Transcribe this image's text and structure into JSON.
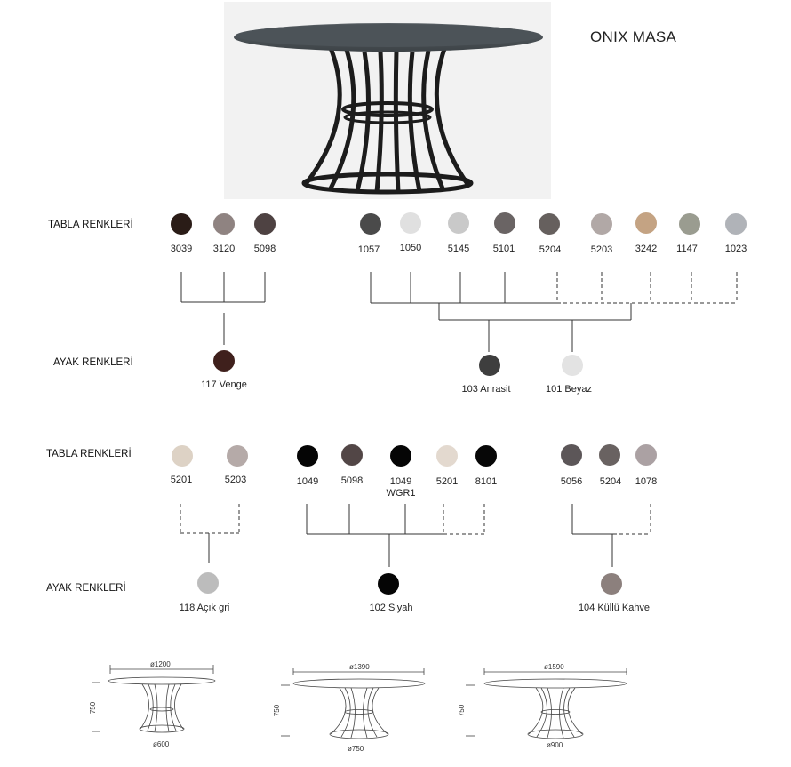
{
  "title": "ONIX MASA",
  "section1": {
    "tabla_label": "TABLA RENKLERİ",
    "ayak_label": "AYAK RENKLERİ",
    "tabla_swatches": [
      {
        "code": "3039",
        "color": "#2a1c17"
      },
      {
        "code": "3120",
        "color": "#8f8381"
      },
      {
        "code": "5098",
        "color": "#4e4242"
      },
      {
        "code": "1057",
        "color": "#4a4a4a"
      },
      {
        "code": "1050",
        "color": "#e0e0e0"
      },
      {
        "code": "5145",
        "color": "#c9c9c9"
      },
      {
        "code": "5101",
        "color": "#6a6464"
      },
      {
        "code": "5204",
        "color": "#66605e"
      },
      {
        "code": "5203",
        "color": "#b1a8a6"
      },
      {
        "code": "3242",
        "color": "#c4a383"
      },
      {
        "code": "1147",
        "color": "#9a9c90"
      },
      {
        "code": "1023",
        "color": "#b0b3b8"
      }
    ],
    "ayak_swatches": [
      {
        "label": "117 Venge",
        "color": "#3f201c"
      },
      {
        "label": "103 Anrasit",
        "color": "#3e3e3e"
      },
      {
        "label": "101 Beyaz",
        "color": "#e3e3e3"
      }
    ]
  },
  "section2": {
    "tabla_label": "TABLA RENKLERİ",
    "ayak_label": "AYAK RENKLERİ",
    "tabla_swatches": [
      {
        "code": "5201",
        "color": "#ddd2c5"
      },
      {
        "code": "5203",
        "color": "#b5aaa8"
      },
      {
        "code": "1049",
        "color": "#050505"
      },
      {
        "code": "5098",
        "color": "#524646"
      },
      {
        "code": "1049 WGR1",
        "color": "#050505"
      },
      {
        "code": "5201",
        "color": "#e3d9cf"
      },
      {
        "code": "8101",
        "color": "#070707"
      },
      {
        "code": "5056",
        "color": "#5c5658"
      },
      {
        "code": "5204",
        "color": "#696261"
      },
      {
        "code": "1078",
        "color": "#aba1a3"
      }
    ],
    "ayak_swatches": [
      {
        "label": "118 Açık gri",
        "color": "#bcbcbc"
      },
      {
        "label": "102 Siyah",
        "color": "#050505"
      },
      {
        "label": "104 Küllü Kahve",
        "color": "#8c807d"
      }
    ]
  },
  "dimensions": [
    {
      "top": "ø1200",
      "height": "750",
      "base": "ø600"
    },
    {
      "top": "ø1390",
      "height": "750",
      "base": "ø750"
    },
    {
      "top": "ø1590",
      "height": "750",
      "base": "ø900"
    }
  ]
}
